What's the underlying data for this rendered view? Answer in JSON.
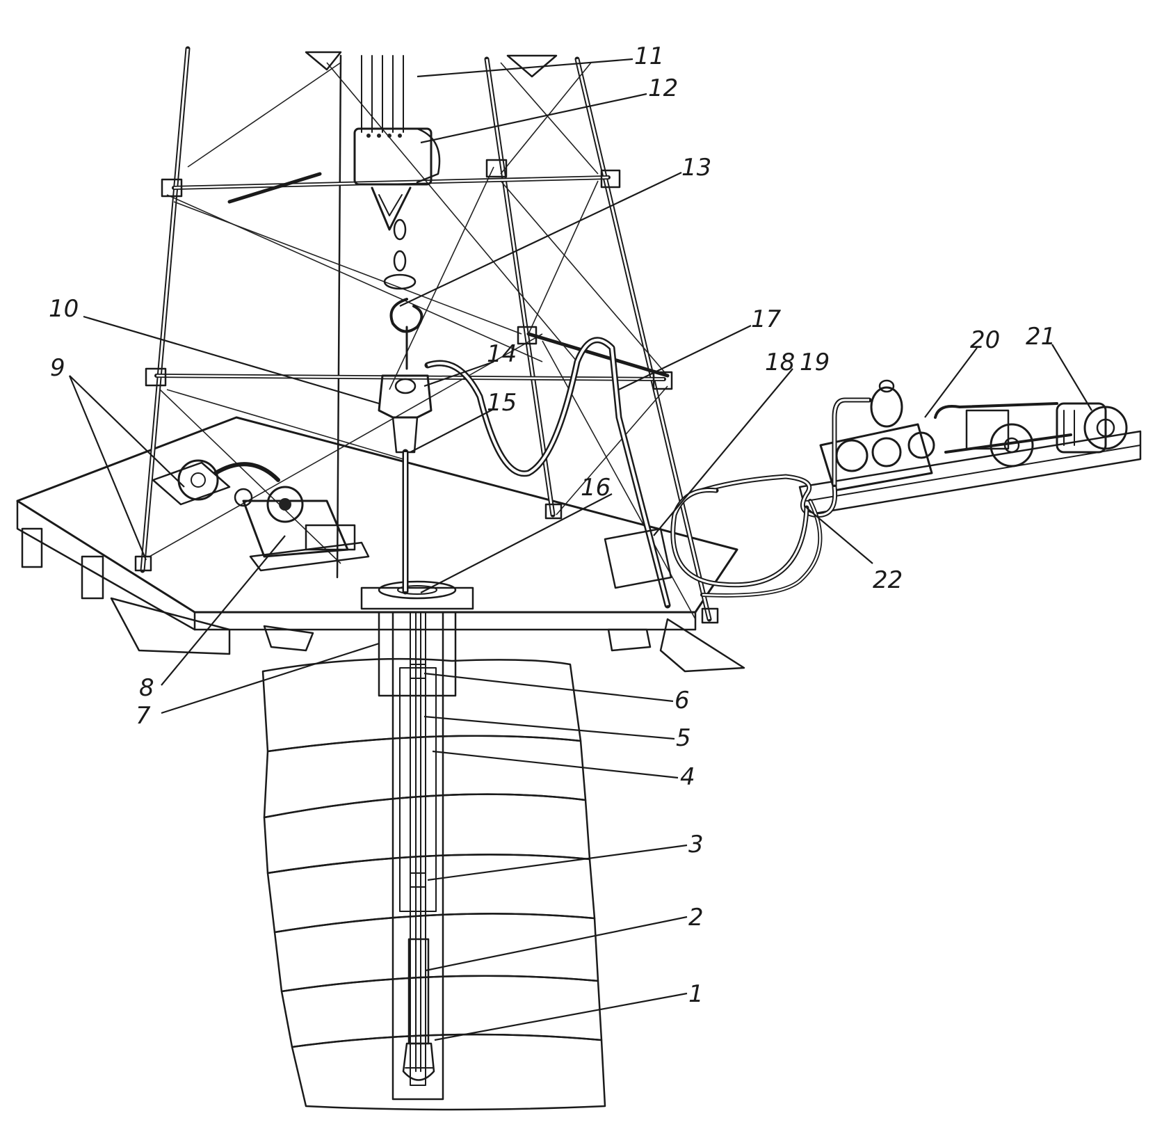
{
  "callouts": [
    {
      "id": "1",
      "text": "1"
    },
    {
      "id": "2",
      "text": "2"
    },
    {
      "id": "3",
      "text": "3"
    },
    {
      "id": "4",
      "text": "4"
    },
    {
      "id": "5",
      "text": "5"
    },
    {
      "id": "6",
      "text": "6"
    },
    {
      "id": "7",
      "text": "7"
    },
    {
      "id": "8",
      "text": "8"
    },
    {
      "id": "9",
      "text": "9"
    },
    {
      "id": "10",
      "text": "10"
    },
    {
      "id": "11",
      "text": "11"
    },
    {
      "id": "12",
      "text": "12"
    },
    {
      "id": "13",
      "text": "13"
    },
    {
      "id": "14",
      "text": "14"
    },
    {
      "id": "15",
      "text": "15"
    },
    {
      "id": "16",
      "text": "16"
    },
    {
      "id": "17",
      "text": "17"
    },
    {
      "id": "18",
      "text": "18"
    },
    {
      "id": "19",
      "text": "19"
    },
    {
      "id": "20",
      "text": "20"
    },
    {
      "id": "21",
      "text": "21"
    },
    {
      "id": "22",
      "text": "22"
    }
  ],
  "colors": {
    "ink": "#1a1a1a",
    "background": "#ffffff"
  }
}
